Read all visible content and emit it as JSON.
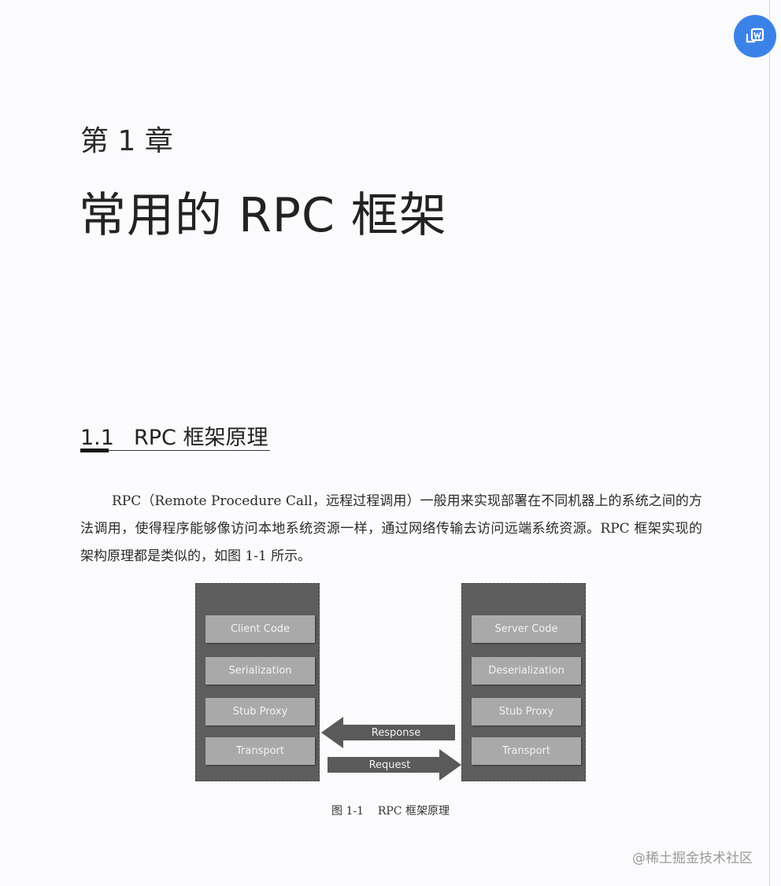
{
  "chapter": "第 1 章",
  "title": "常用的 RPC 框架",
  "section": {
    "number": "1.1",
    "title": "RPC 框架原理"
  },
  "paragraph": "RPC（Remote Procedure Call，远程过程调用）一般用来实现部署在不同机器上的系统之间的方法调用，使得程序能够像访问本地系统资源一样，通过网络传输去访问远端系统资源。RPC 框架实现的架构原理都是类似的，如图 1-1 所示。",
  "figure": {
    "client": [
      "Client  Code",
      "Serialization",
      "Stub Proxy",
      "Transport"
    ],
    "server": [
      "Server Code",
      "Deserialization",
      "Stub Proxy",
      "Transport"
    ],
    "response": "Response",
    "request": "Request",
    "caption": "图 1-1    RPC 框架原理"
  },
  "watermark": "@稀土掘金技术社区",
  "accent": "#3b82e8"
}
